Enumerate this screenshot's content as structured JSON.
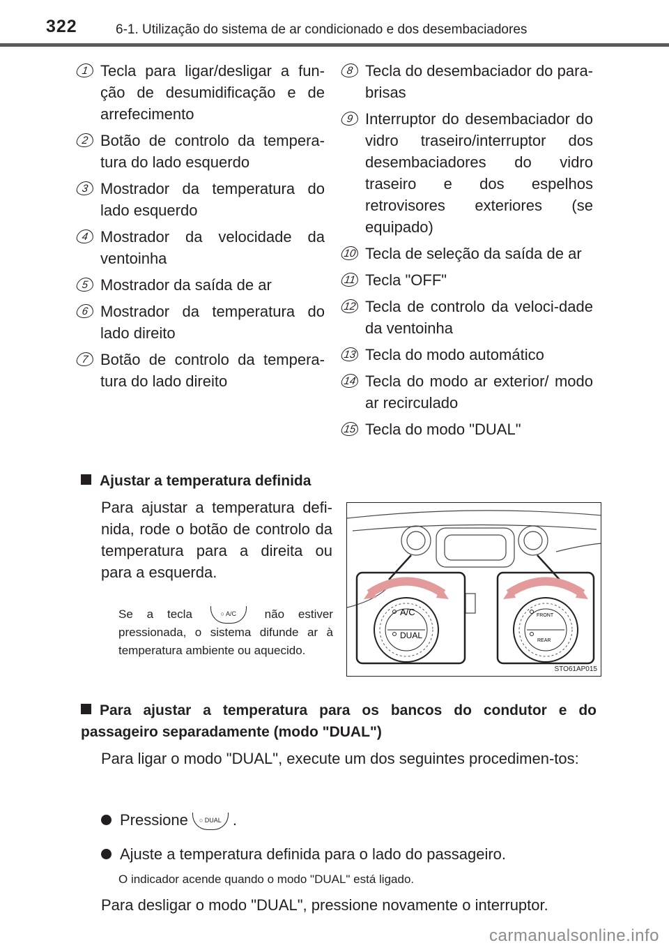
{
  "header": {
    "page_number": "322",
    "section_title": "6-1. Utilização do sistema de ar condicionado e dos desembaciadores"
  },
  "left_items": [
    {
      "num": "1",
      "text": "Tecla para ligar/desligar a fun-ção de desumidificação e de arrefecimento"
    },
    {
      "num": "2",
      "text": "Botão de controlo da tempera-tura do lado esquerdo"
    },
    {
      "num": "3",
      "text": "Mostrador da temperatura do lado esquerdo"
    },
    {
      "num": "4",
      "text": "Mostrador da velocidade da ventoinha"
    },
    {
      "num": "5",
      "text": "Mostrador da saída de ar"
    },
    {
      "num": "6",
      "text": "Mostrador da temperatura do lado direito"
    },
    {
      "num": "7",
      "text": "Botão de controlo da tempera-tura do lado direito"
    }
  ],
  "right_items": [
    {
      "num": "8",
      "text": "Tecla do desembaciador do para-brisas"
    },
    {
      "num": "9",
      "text": "Interruptor do desembaciador do vidro traseiro/interruptor dos desembaciadores do vidro traseiro e dos espelhos retrovisores exteriores (se equipado)"
    },
    {
      "num": "10",
      "text": "Tecla de seleção da saída de ar"
    },
    {
      "num": "11",
      "text": "Tecla \"OFF\""
    },
    {
      "num": "12",
      "text": "Tecla de controlo da veloci-dade da ventoinha"
    },
    {
      "num": "13",
      "text": "Tecla do modo automático"
    },
    {
      "num": "14",
      "text": "Tecla do modo ar exterior/ modo ar recirculado"
    },
    {
      "num": "15",
      "text": "Tecla do modo \"DUAL\""
    }
  ],
  "section1": {
    "heading": "Ajustar a temperatura definida",
    "body": "Para ajustar a temperatura defi-nida, rode o botão de controlo da temperatura para a direita ou para a esquerda.",
    "note_before": "Se a tecla",
    "note_key": "A/C",
    "note_after": "não estiver pressionada, o sistema difunde ar à temperatura ambiente ou aquecido."
  },
  "figure": {
    "code": "STO61AP015",
    "left_knob": [
      "A/C",
      "DUAL"
    ],
    "right_knob": [
      "FRONT",
      "REAR"
    ]
  },
  "section2": {
    "heading": "Para ajustar a temperatura para os bancos do condutor e do passageiro separadamente (modo \"DUAL\")",
    "intro": "Para ligar o modo \"DUAL\", execute um dos seguintes procedimen-tos:",
    "bullet1_before": "Pressione",
    "bullet1_key": "DUAL",
    "bullet1_after": ".",
    "bullet2": "Ajuste a temperatura definida para o lado do passageiro.",
    "note": "O indicador acende quando o modo \"DUAL\" está ligado.",
    "off": "Para desligar o modo \"DUAL\", pressione novamente o interruptor."
  },
  "watermark": "carmanualsonline.info"
}
